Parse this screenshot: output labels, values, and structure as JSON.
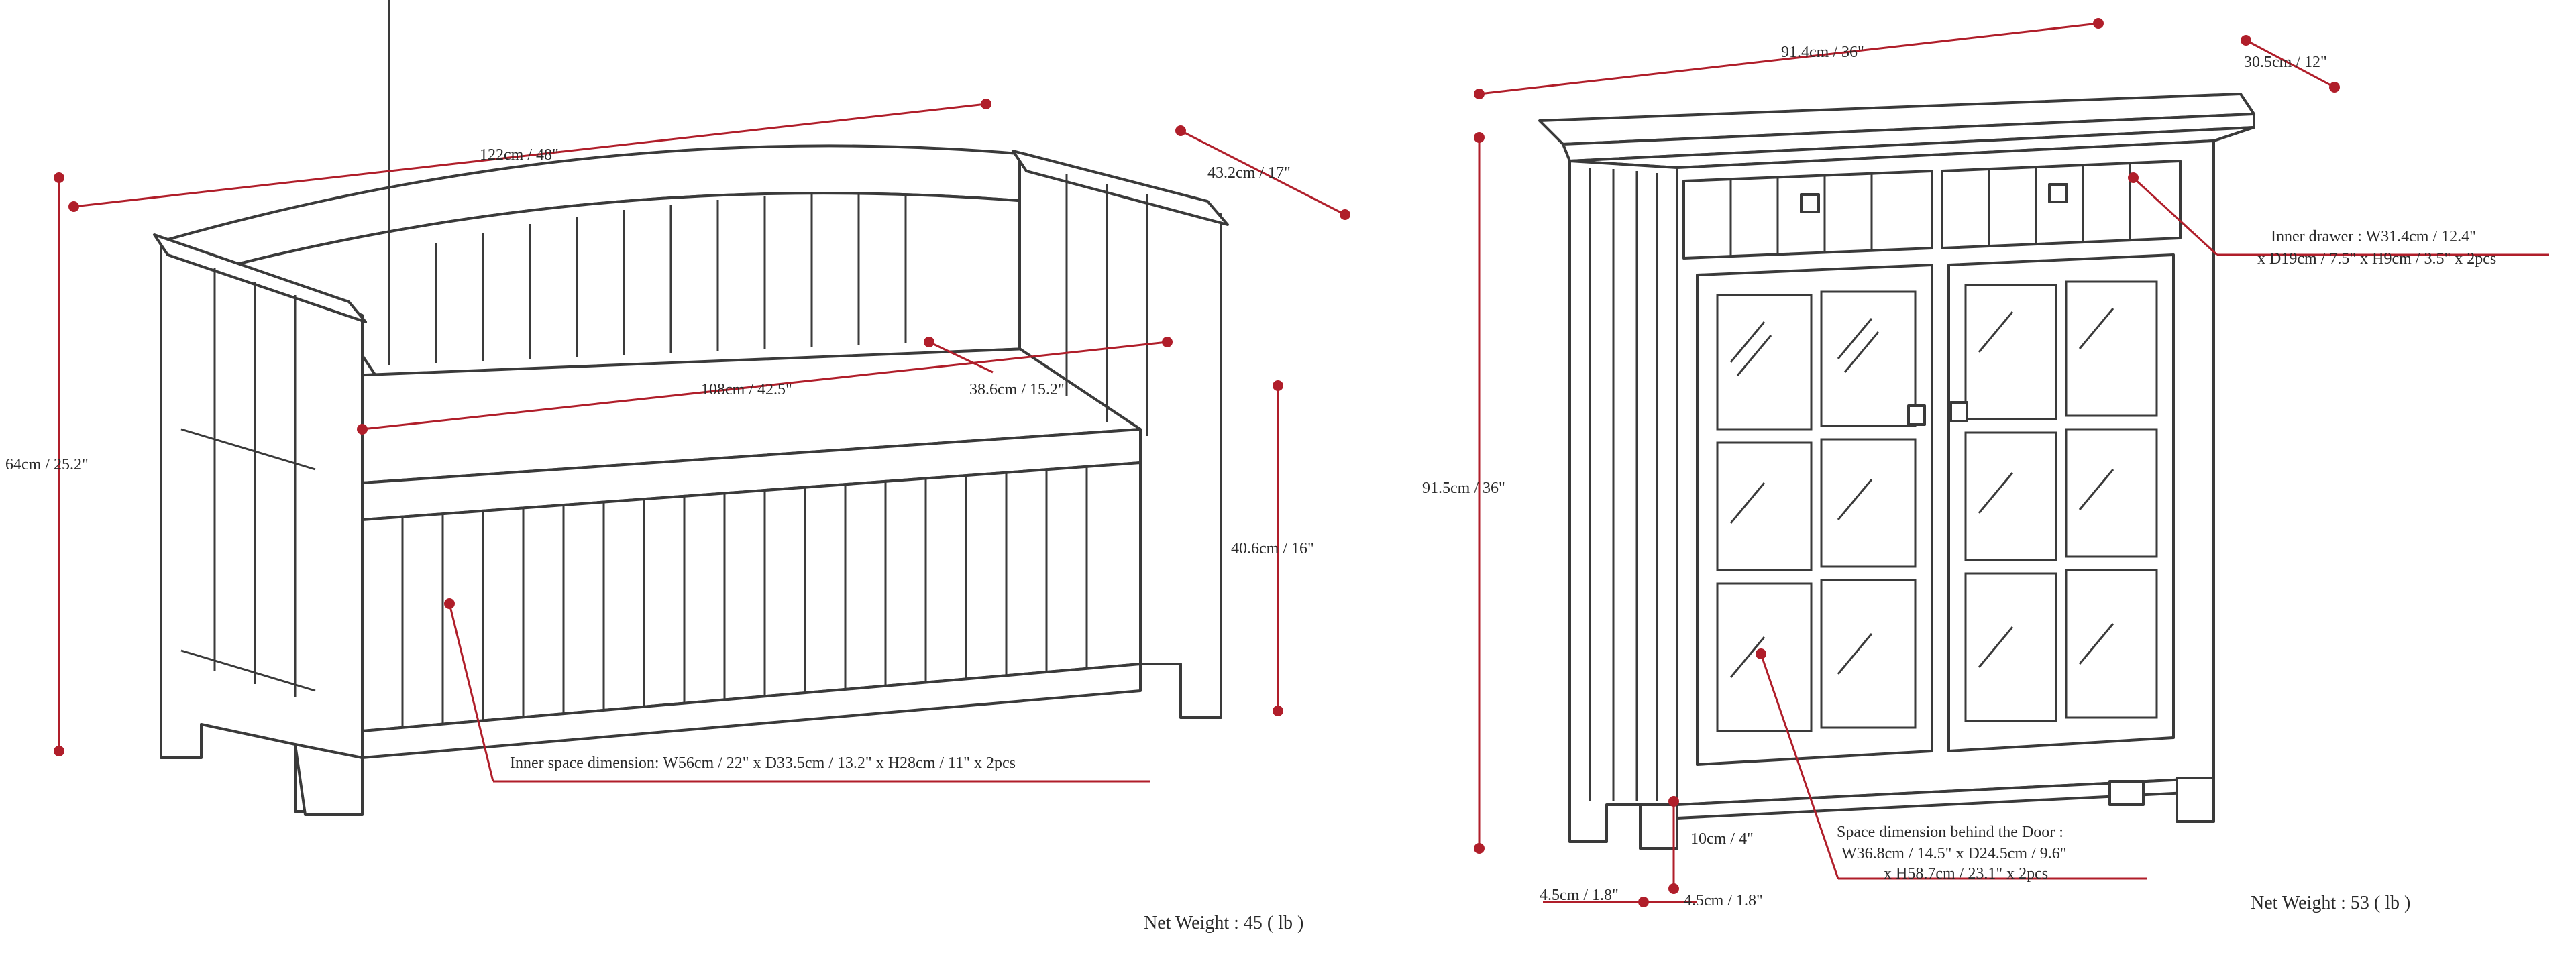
{
  "colors": {
    "dimension_line": "#b01e2a",
    "outline": "#3a3a3a",
    "background": "#ffffff"
  },
  "bench": {
    "width": "122cm / 48\"",
    "depth": "43.2cm / 17\"",
    "height": "64cm / 25.2\"",
    "seat_width": "108cm / 42.5\"",
    "seat_depth": "38.6cm / 15.2\"",
    "seat_height": "40.6cm / 16\"",
    "inner_space": "Inner space dimension: W56cm / 22\" x D33.5cm / 13.2\" x H28cm / 11\" x 2pcs",
    "net_weight": "Net Weight : 45 ( lb )"
  },
  "cabinet": {
    "width": "91.4cm / 36\"",
    "depth": "30.5cm / 12\"",
    "height": "91.5cm / 36\"",
    "inner_drawer_line1": "Inner drawer : W31.4cm / 12.4\"",
    "inner_drawer_line2": "x D19cm / 7.5\" x H9cm / 3.5\" x 2pcs",
    "leg_height": "10cm / 4\"",
    "leg_left": "4.5cm / 1.8\"",
    "leg_right": "4.5cm / 1.8\"",
    "door_space_line1": "Space dimension behind the Door :",
    "door_space_line2": "W36.8cm / 14.5\" x D24.5cm / 9.6\"",
    "door_space_line3": "x H58.7cm / 23.1\" x 2pcs",
    "net_weight": "Net Weight : 53 ( lb )"
  }
}
